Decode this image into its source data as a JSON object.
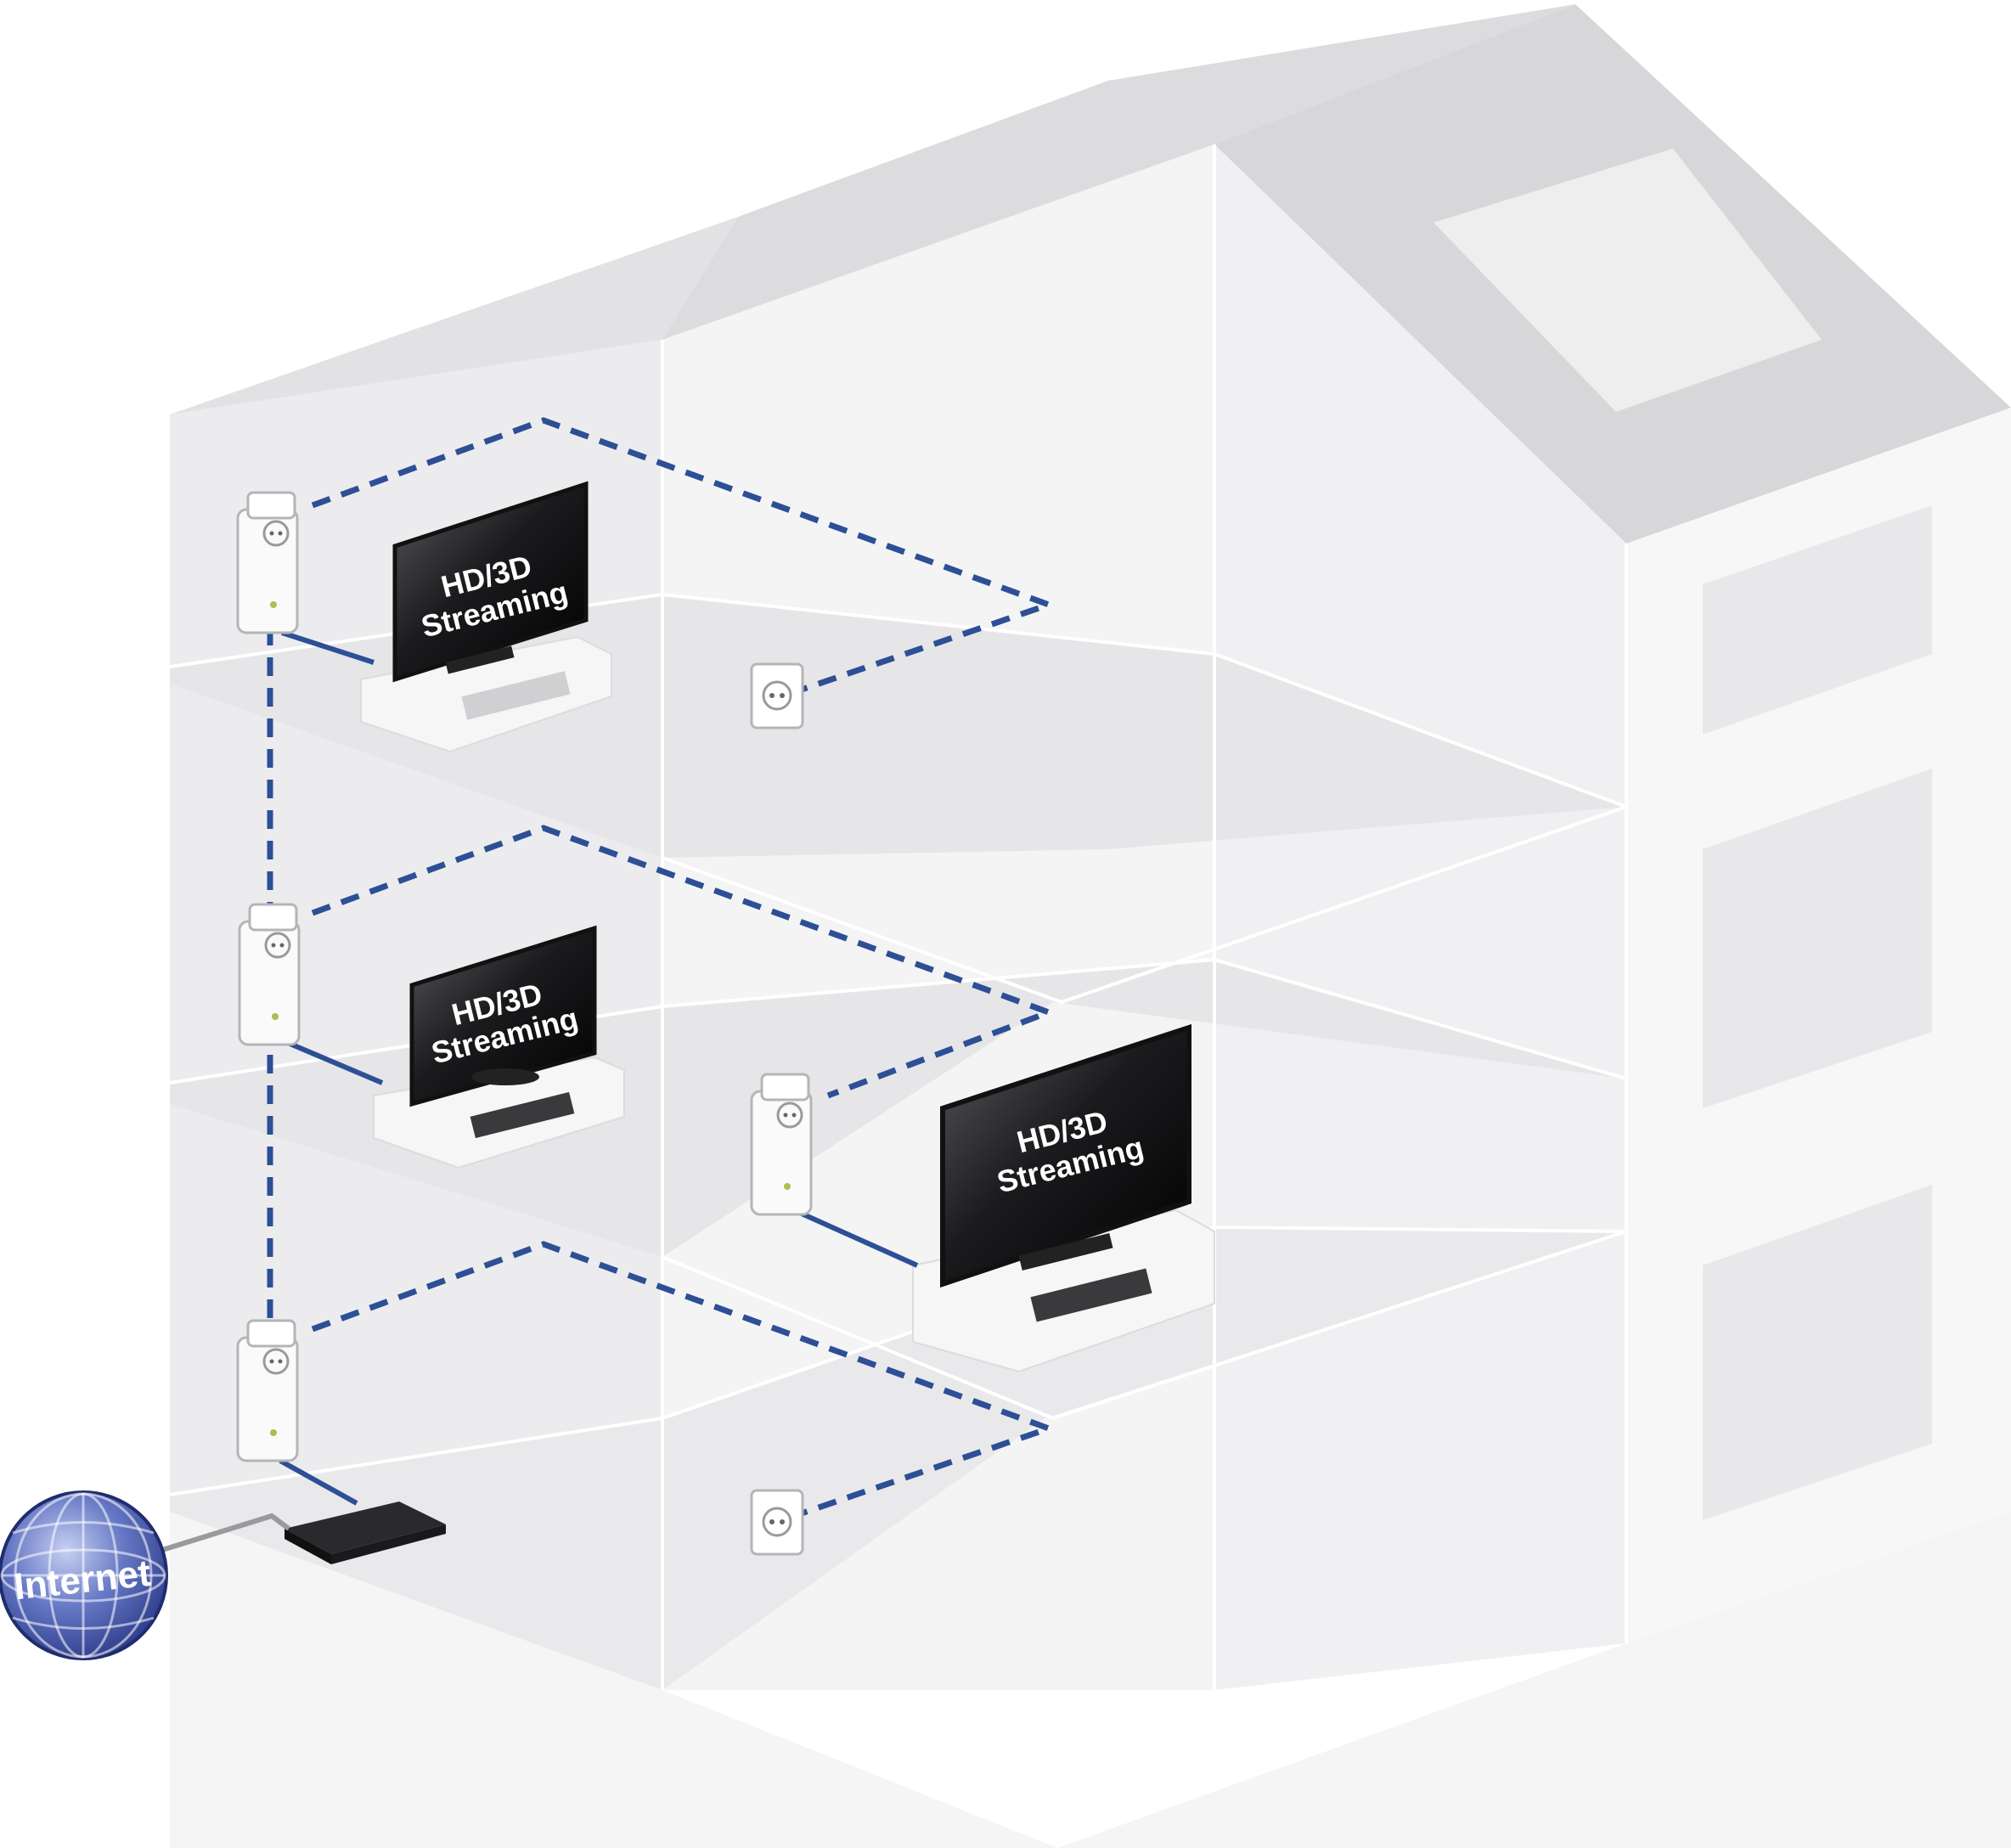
{
  "tvs": [
    {
      "line1": "HD/3D",
      "line2": "Streaming"
    },
    {
      "line1": "HD/3D",
      "line2": "Streaming"
    },
    {
      "line1": "HD/3D",
      "line2": "Streaming"
    }
  ],
  "internet": {
    "label": "Internet"
  },
  "colors": {
    "network_link": "#2d4f96",
    "cable": "#2d4f96",
    "wall": "#f2f2f3",
    "wall_shade": "#e4e4e6",
    "roof": "#d9d9db",
    "globe": "#4a5fb0"
  }
}
